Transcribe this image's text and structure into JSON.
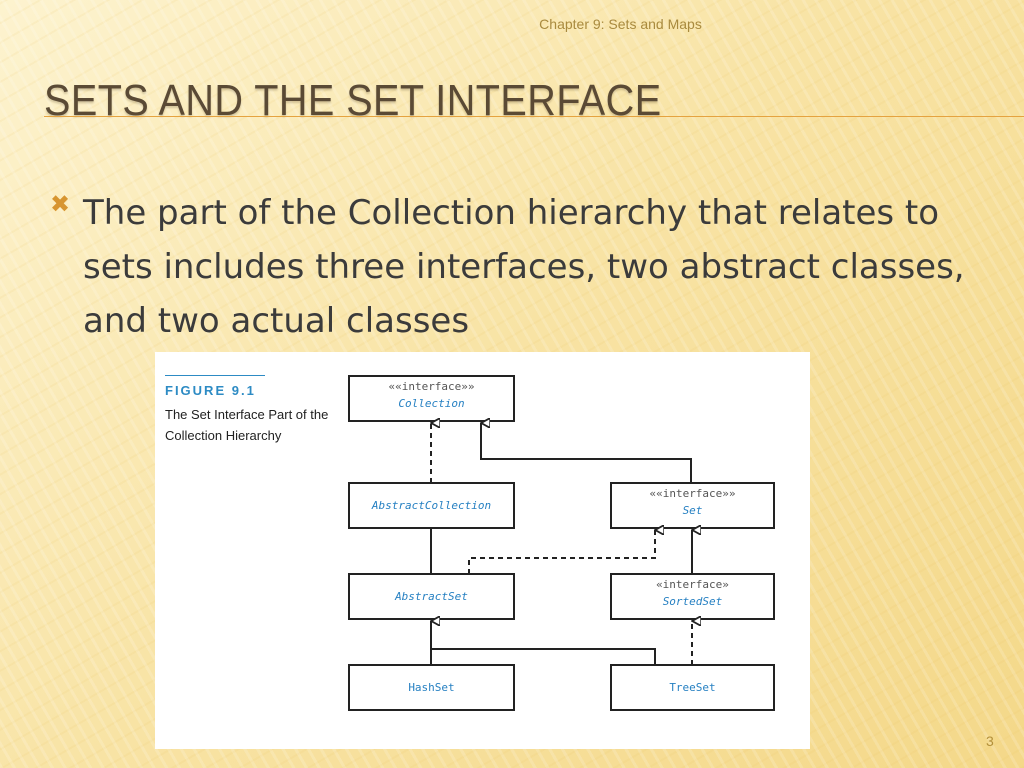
{
  "slide": {
    "chapter_header": "Chapter 9: Sets and Maps",
    "title": "Sets and the Set Interface",
    "bullet_icon": "x-bullet-icon",
    "bullet_text": "The part of the Collection hierarchy that relates to sets includes three interfaces, two abstract classes, and two actual classes",
    "page_number": "3"
  },
  "figure": {
    "label": "FIGURE 9.1",
    "caption": "The Set Interface Part of the Collection Hierarchy",
    "nodes": {
      "collection": {
        "stereotype": "««interface»»",
        "name": "Collection"
      },
      "set": {
        "stereotype": "««interface»»",
        "name": "Set"
      },
      "sorted_set": {
        "stereotype": "«interface»",
        "name": "SortedSet"
      },
      "abstract_collection": {
        "name": "AbstractCollection"
      },
      "abstract_set": {
        "name": "AbstractSet"
      },
      "hash_set": {
        "name": "HashSet"
      },
      "tree_set": {
        "name": "TreeSet"
      }
    },
    "colors": {
      "accent": "#2d8bc4",
      "line": "#222222"
    }
  }
}
